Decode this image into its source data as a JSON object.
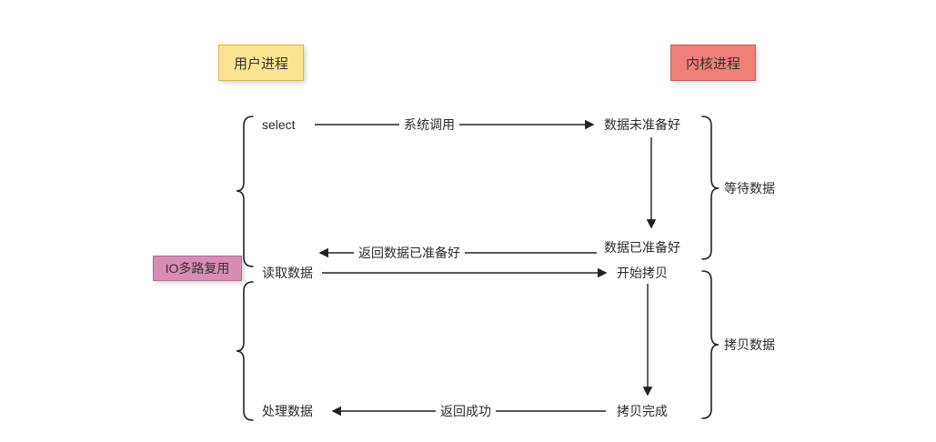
{
  "boxes": {
    "user_process": {
      "label": "用户进程",
      "fill": "#FBE491",
      "border": "#D8B64E"
    },
    "kernel_process": {
      "label": "内核进程",
      "fill": "#EF8078",
      "border": "#C75E55"
    },
    "io_multiplexing": {
      "label": "IO多路复用",
      "fill": "#D88CB4",
      "border": "#B5679A"
    }
  },
  "nodes": {
    "select": "select",
    "data_not_ready": "数据未准备好",
    "data_ready": "数据已准备好",
    "read_data": "读取数据",
    "start_copy": "开始拷贝",
    "copy_done": "拷贝完成",
    "process_data": "处理数据"
  },
  "edge_labels": {
    "system_call": "系统调用",
    "return_data_ready": "返回数据已准备好",
    "return_success": "返回成功"
  },
  "phase_labels": {
    "wait_data": "等待数据",
    "copy_data": "拷贝数据"
  },
  "line_color": "#222222"
}
